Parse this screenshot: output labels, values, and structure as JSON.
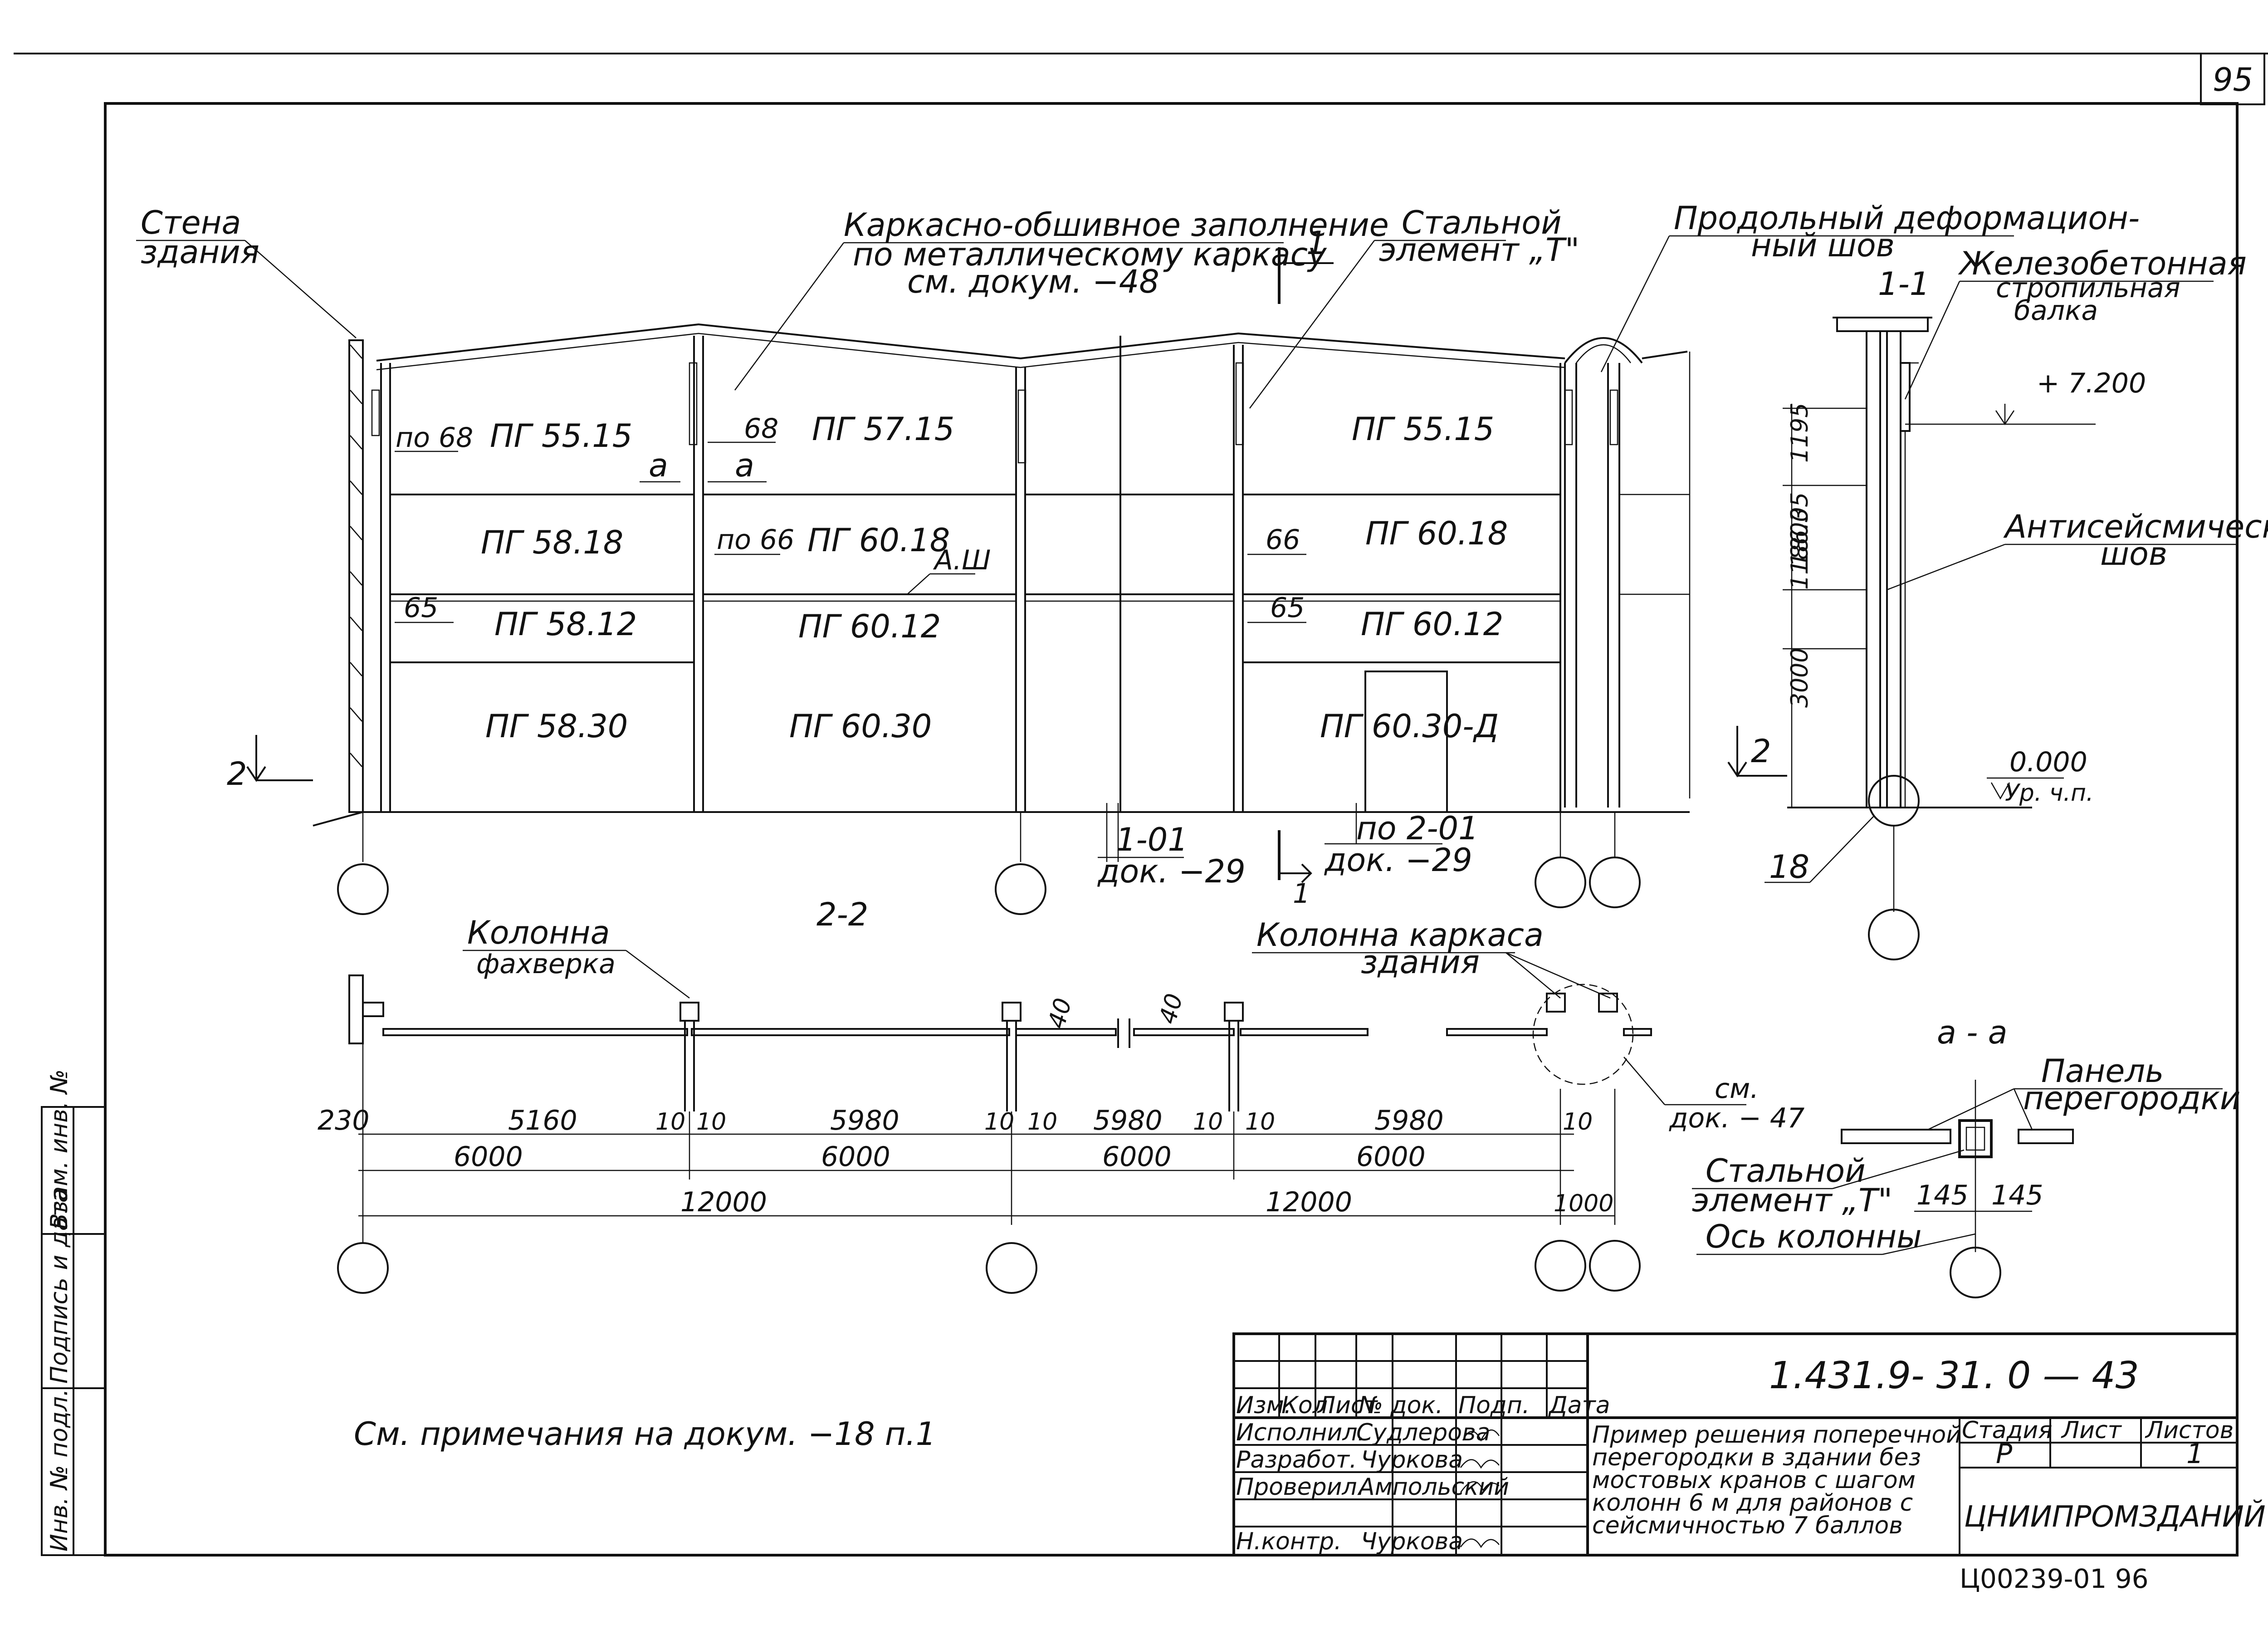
{
  "sheet": {
    "page_number": "95",
    "doc_code": "1.431.9- 31. 0 — 43",
    "archive_code": "Ц00239-01  96",
    "note": "См. примечания на докум. −18 п.1"
  },
  "side_stamp": {
    "inv_orig": "Инв. № подл.",
    "sign_date": "Подпись и дата",
    "inv_replace": "Взам. инв. №"
  },
  "elevation": {
    "wall_callout": [
      "Стена",
      "здания"
    ],
    "infill_callout": [
      "Каркасно-обшивное заполнение",
      "по металлическому каркасу",
      "см. докум. −48"
    ],
    "steel_callout": [
      "Стальной",
      "элемент „Т\""
    ],
    "joint_callout": [
      "Продольный деформацион-",
      "ный шов"
    ],
    "section_mark": "1",
    "section_mark_bottom": "1",
    "cut_mark": "2",
    "panels": {
      "p1": "ПГ 55.15",
      "p2": "ПГ 57.15",
      "p3": "ПГ 55.15",
      "p4": "ПГ 58.18",
      "p5": "ПГ 60.18",
      "p6": "ПГ 60.18",
      "p7": "ПГ 58.12",
      "p8": "ПГ 60.12",
      "p9": "ПГ 60.12",
      "p10": "ПГ 58.30",
      "p11": "ПГ 60.30",
      "p12": "ПГ 60.30-Д"
    },
    "node_labels": {
      "n1": "по 68",
      "n2": "68",
      "n3": "по 66",
      "n4": "66",
      "n5": "65",
      "n6": "65",
      "a1": "а",
      "a2": "а",
      "aw": "А.Ш"
    },
    "ref1": [
      "1-01",
      "док. −29"
    ],
    "ref2": [
      "по 2-01",
      "док. −29"
    ]
  },
  "section11": {
    "title": "1-1",
    "beam_callout": [
      "Железобетонная",
      "стропильная",
      "балка"
    ],
    "seismic_callout": [
      "Антисейсмический",
      "шов"
    ],
    "level_top": "+ 7.200",
    "level_zero": "0.000",
    "level_floor": "Ур. ч.п.",
    "dims": [
      "1195",
      "1800",
      "1186.35",
      "3000"
    ],
    "ref18": "18",
    "cut_mark": "2"
  },
  "plan22": {
    "title": "2-2",
    "fachwerk_callout": [
      "Колонна",
      "фахверка"
    ],
    "frame_callout": [
      "Колонна каркаса",
      "здания"
    ],
    "ref47": [
      "см.",
      "док. − 47"
    ],
    "dims_row1": [
      "230",
      "5160",
      "10",
      "10",
      "5980",
      "10",
      "10",
      "5980",
      "10",
      "10",
      "5980",
      "10"
    ],
    "dims_row2": [
      "6000",
      "6000",
      "6000",
      "6000"
    ],
    "dims_row3": [
      "12000",
      "12000",
      "1000"
    ],
    "gap_dims": [
      "40",
      "40"
    ]
  },
  "detail_aa": {
    "title": "а - а",
    "panel_callout": [
      "Панель",
      "перегородки"
    ],
    "steel_callout": [
      "Стальной",
      "элемент „Т\""
    ],
    "axis_callout": "Ось колонны",
    "dims": [
      "145",
      "145"
    ]
  },
  "title_block": {
    "header_cols": [
      "Изм.",
      "Кол.",
      "Лист",
      "№ док.",
      "Подп.",
      "Дата"
    ],
    "rows": [
      {
        "role": "Исполнил.",
        "name": "Судлерова",
        "sign": "Судл"
      },
      {
        "role": "Разработ.",
        "name": "Чуркова",
        "sign": "Чуркова"
      },
      {
        "role": "Проверил.",
        "name": "Ампольский",
        "sign": "Амп"
      },
      {
        "role": "",
        "name": "",
        "sign": ""
      },
      {
        "role": "Н.контр.",
        "name": "Чуркова",
        "sign": "Чуркова"
      }
    ],
    "description": [
      "Пример решения поперечной",
      "перегородки в здании без",
      "мостовых кранов с шагом",
      "колонн 6 м для районов с",
      "сейсмичностью 7 баллов"
    ],
    "stage_header": [
      "Стадия",
      "Лист",
      "Листов"
    ],
    "stage_values": [
      "Р",
      "",
      "1"
    ],
    "org": "ЦНИИПРОМЗДАНИЙ"
  }
}
